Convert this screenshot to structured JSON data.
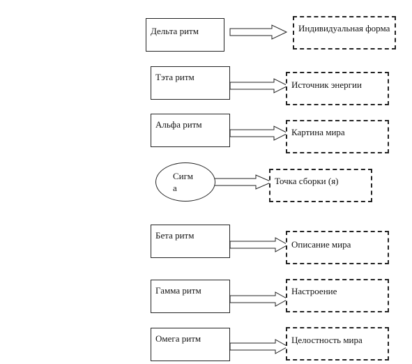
{
  "rows": [
    {
      "left": "Дельта ритм",
      "right": "Индивидуальная форма"
    },
    {
      "left": "Тэта ритм",
      "right": "Источник энергии"
    },
    {
      "left": "Альфа ритм",
      "right": "Картина мира"
    },
    {
      "left": "Сигм\nа",
      "right": "Точка сборки (я)"
    },
    {
      "left": "Бета ритм",
      "right": "Описание мира"
    },
    {
      "left": "Гамма ритм",
      "right": "Настроение"
    },
    {
      "left": "Омега ритм",
      "right": "Целостность мира"
    }
  ]
}
